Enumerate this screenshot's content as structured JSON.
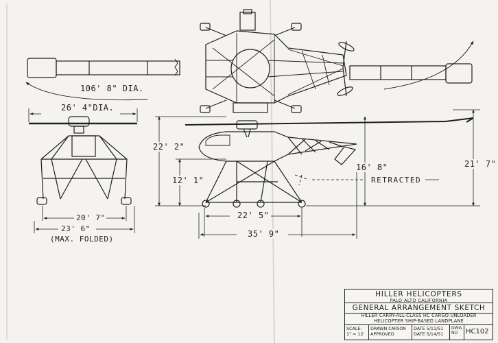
{
  "dimensions": {
    "rotor_dia": "106' 8\" DIA.",
    "rotor_dia_front": "26' 4\"DIA.",
    "width_wheels": "20' 7\"",
    "width_folded": "23' 6\"",
    "folded_note": "(MAX. FOLDED)",
    "height_overall_front": "22' 2\"",
    "height_gear": "12' 1\"",
    "height_rotor_side": "16' 8\"",
    "height_tail": "21' 7\"",
    "retracted": "RETRACTED",
    "wheelbase": "22' 5\"",
    "length": "35' 9\""
  },
  "title_block": {
    "company": "HILLER HELICOPTERS",
    "location": "PALO ALTO CALIFORNIA",
    "drawing_title": "GENERAL ARRANGEMENT SKETCH",
    "description_line1": "HILLER CARRY-ALL-CLASS HC CARGO UNLOADER",
    "description_line2": "HELICOPTER SHIP-BASED LANDPLANE",
    "scale_label": "SCALE:",
    "scale_value": "1\" = 12'",
    "drawn_label": "DRAWN",
    "drawn_by": "CARSON",
    "approved_label": "APPROVED",
    "date_label_1": "DATE",
    "date_1": "5/11/51",
    "date_label_2": "DATE",
    "date_2": "5/14/51",
    "dwg_label": "DWG.",
    "dwg_no_label": "NO",
    "dwg_no": "HC102"
  }
}
